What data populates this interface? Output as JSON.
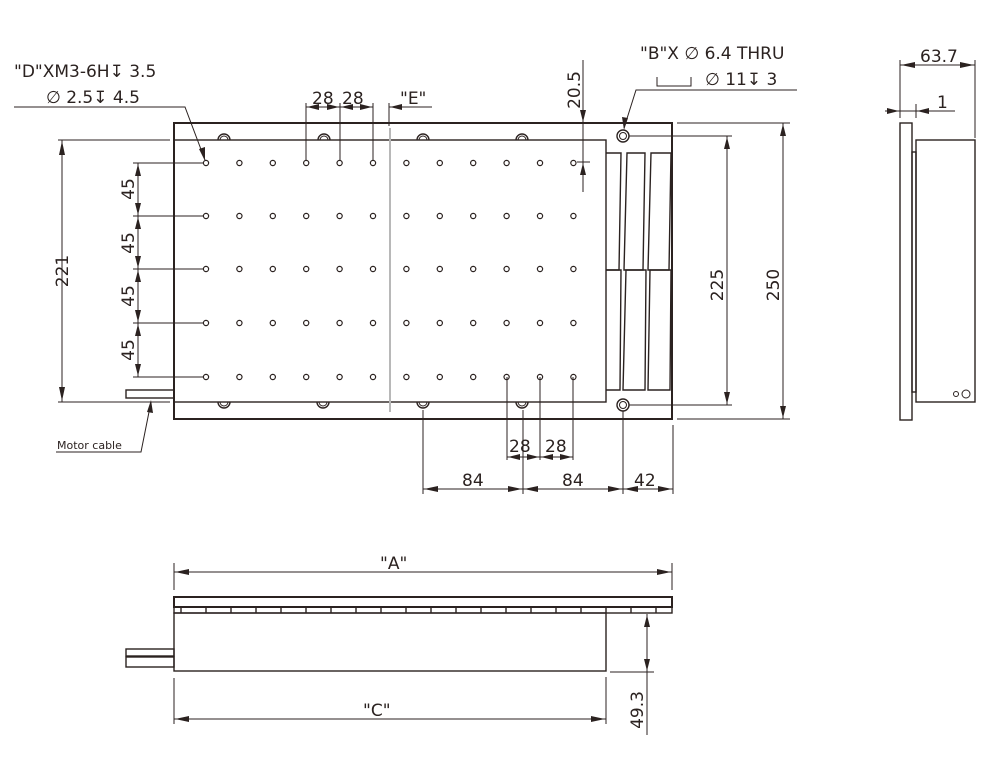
{
  "drawing": {
    "line_color": "#2b2220",
    "centerline_color": "#b8b8b8",
    "background": "#ffffff"
  },
  "notes": {
    "tapped_holes_line1": "\"D\"XM3-6H↧ 3.5",
    "tapped_holes_line2": "∅ 2.5↧ 4.5",
    "mount_holes_line1": "\"B\"X ∅ 6.4 THRU",
    "mount_holes_line2": "∅ 11↧ 3",
    "motor_cable": "Motor cable",
    "e_label": "\"E\"",
    "a_label": "\"A\"",
    "c_label": "\"C\""
  },
  "top_view": {
    "dims": {
      "hole_pitch_x_top_1": "28",
      "hole_pitch_x_top_2": "28",
      "edge_offset_top": "20.5",
      "overall_height_inner": "221",
      "row_pitch_1": "45",
      "row_pitch_2": "45",
      "row_pitch_3": "45",
      "row_pitch_4": "45",
      "mount_hole_span": "225",
      "overall_width": "250",
      "hole_pitch_x_bottom_1": "28",
      "hole_pitch_x_bottom_2": "28",
      "mount_pitch_1": "84",
      "mount_pitch_2": "84",
      "end_offset": "42"
    },
    "hole_grid": {
      "rows": 5,
      "cols": 12
    },
    "counterbores_top": 4,
    "counterbores_bottom": 4
  },
  "side_view": {
    "dims": {
      "overall_height": "63.7",
      "plate_thickness": "1"
    }
  },
  "front_view": {
    "dims": {
      "body_height": "49.3"
    }
  }
}
